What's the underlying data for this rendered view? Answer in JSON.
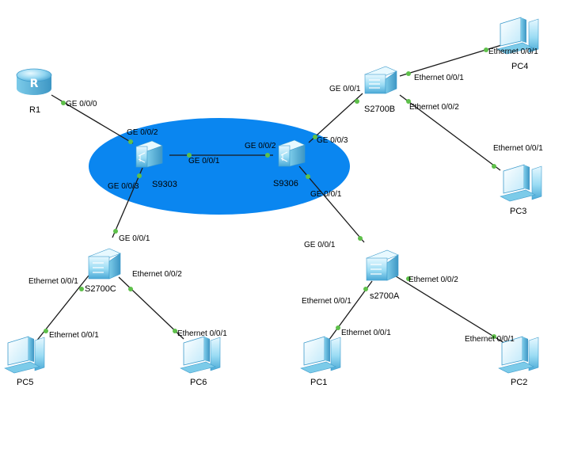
{
  "devices": {
    "r1": {
      "name": "R1",
      "kind": "router"
    },
    "s9303": {
      "name": "S9303",
      "kind": "core-switch"
    },
    "s9306": {
      "name": "S9306",
      "kind": "core-switch"
    },
    "s2700b": {
      "name": "S2700B",
      "kind": "switch"
    },
    "s2700c": {
      "name": "S2700C",
      "kind": "switch"
    },
    "s2700a": {
      "name": "s2700A",
      "kind": "switch"
    },
    "pc1": {
      "name": "PC1",
      "kind": "pc"
    },
    "pc2": {
      "name": "PC2",
      "kind": "pc"
    },
    "pc3": {
      "name": "PC3",
      "kind": "pc"
    },
    "pc4": {
      "name": "PC4",
      "kind": "pc"
    },
    "pc5": {
      "name": "PC5",
      "kind": "pc"
    },
    "pc6": {
      "name": "PC6",
      "kind": "pc"
    }
  },
  "ports": {
    "r1_s9303_a": "GE 0/0/0",
    "r1_s9303_b": "GE 0/0/2",
    "s9303_s9306_a": "GE 0/0/1",
    "s9303_s9306_b": "GE 0/0/2",
    "s9303_s2700c_a": "GE 0/0/3",
    "s9303_s2700c_b": "GE 0/0/1",
    "s9306_s2700b_a": "GE 0/0/3",
    "s9306_s2700b_b": "GE 0/0/1",
    "s9306_s2700a_a": "GE 0/0/1",
    "s9306_s2700a_b": "GE 0/0/1",
    "s2700b_pc4_a": "Ethernet 0/0/1",
    "s2700b_pc4_b": "Ethernet 0/0/1",
    "s2700b_pc3_a": "Ethernet 0/0/2",
    "s2700b_pc3_b": "Ethernet 0/0/1",
    "s2700c_pc5_a": "Ethernet 0/0/1",
    "s2700c_pc5_b": "Ethernet 0/0/1",
    "s2700c_pc6_a": "Ethernet 0/0/2",
    "s2700c_pc6_b": "Ethernet 0/0/1",
    "s2700a_pc1_a": "Ethernet 0/0/1",
    "s2700a_pc1_b": "Ethernet 0/0/1",
    "s2700a_pc2_a": "Ethernet 0/0/2",
    "s2700a_pc2_b": "Ethernet 0/0/1"
  },
  "colors": {
    "core_area": "#0a86f0",
    "link": "#1a1a1a",
    "port_dot": "#5ec04a",
    "device_light": "#d9f3ff",
    "device_mid": "#8fd6f2",
    "device_dark": "#46a9d6"
  }
}
